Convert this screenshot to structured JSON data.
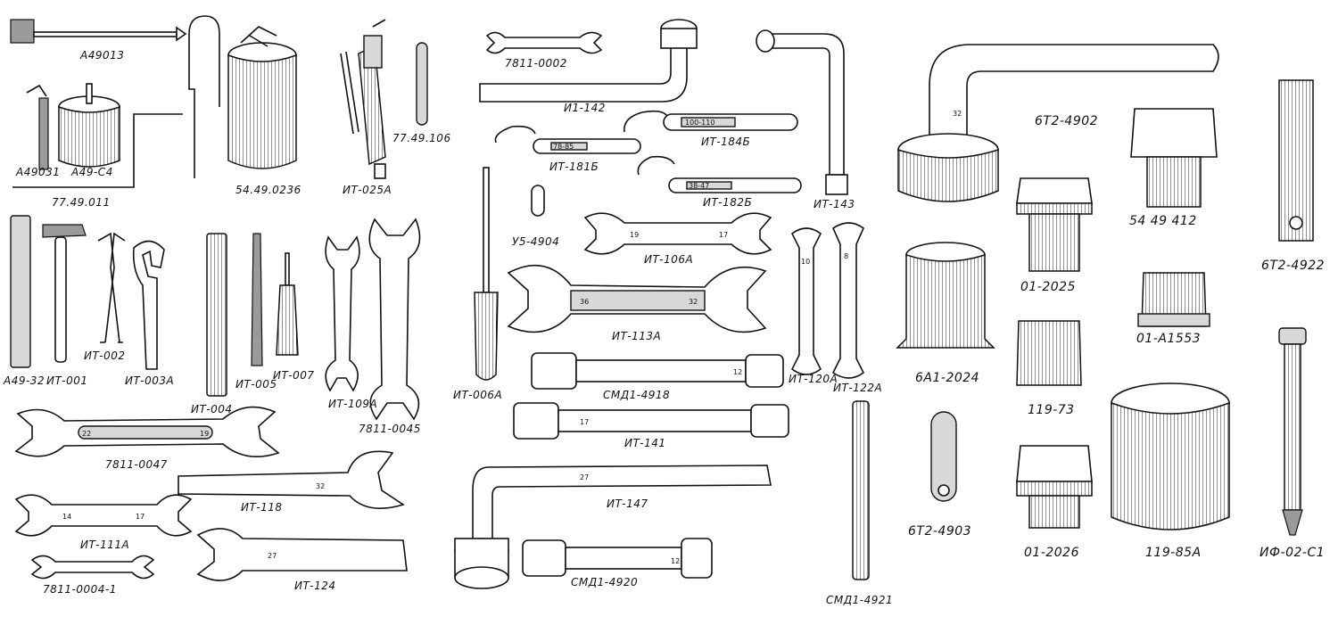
{
  "labels": {
    "a49013": "А49013",
    "a49031": "А49031",
    "a49c4": "А49-С4",
    "p77_49_011": "77.49.011",
    "p54_49_0236": "54.49.0236",
    "it025a": "ИТ-025А",
    "p77_49_106": "77.49.106",
    "a49_32": "А49-32",
    "it001": "ИТ-001",
    "it002": "ИТ-002",
    "it003a": "ИТ-003А",
    "it004": "ИТ-004",
    "it005": "ИТ-005",
    "it007": "ИТ-007",
    "it109a": "ИТ-109А",
    "p7811_0045": "7811-0045",
    "p7811_0047": "7811-0047",
    "it118": "ИТ-118",
    "it111a": "ИТ-111А",
    "p7811_0004_1": "7811-0004-1",
    "it124": "ИТ-124",
    "p7811_0002": "7811-0002",
    "i1_142": "И1-142",
    "it184b": "ИТ-184Б",
    "it181b": "ИТ-181Б",
    "it182b": "ИТ-182Б",
    "it143": "ИТ-143",
    "u5_4904": "У5-4904",
    "it106a": "ИТ-106А",
    "it113a": "ИТ-113А",
    "it006a": "ИТ-006А",
    "smd1_4918": "СМД1-4918",
    "it120a": "ИТ-120А",
    "it122a": "ИТ-122А",
    "it141": "ИТ-141",
    "it147": "ИТ-147",
    "smd1_4920": "СМД1-4920",
    "smd1_4921": "СМД1-4921",
    "p6t2_4902": "6Т2-4902",
    "p54_49_412": "54 49 412",
    "p6t2_4922": "6Т2-4922",
    "p01_2025": "01-2025",
    "p01_a1553": "01-А1553",
    "p6a1_2024": "6А1-2024",
    "p119_73": "119-73",
    "p6t2_4903": "6Т2-4903",
    "p01_2026": "01-2026",
    "p119_85a": "119-85А",
    "if02_c1": "ИФ-02-С1"
  },
  "etchings": {
    "n32": "32",
    "n36": "36",
    "n27": "27",
    "n22": "22",
    "n19": "19",
    "n17": "17",
    "n14": "14",
    "n12": "12",
    "n10": "10",
    "n8": "8",
    "r100_110": "100-110",
    "r78_85": "78-85",
    "r38_47": "38-47"
  }
}
